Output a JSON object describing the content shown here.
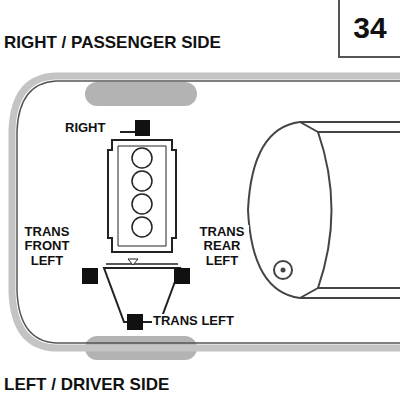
{
  "diagram": {
    "nodes": [
      {
        "text": [
          "34"
        ]
      }
    ],
    "labels": [
      "RIGHT / PASSENGER SIDE",
      "RIGHT",
      "TRANS FRONT LEFT",
      "TRANS REAR LEFT",
      "TRANS LEFT",
      "LEFT / DRIVER SIDE"
    ]
  }
}
